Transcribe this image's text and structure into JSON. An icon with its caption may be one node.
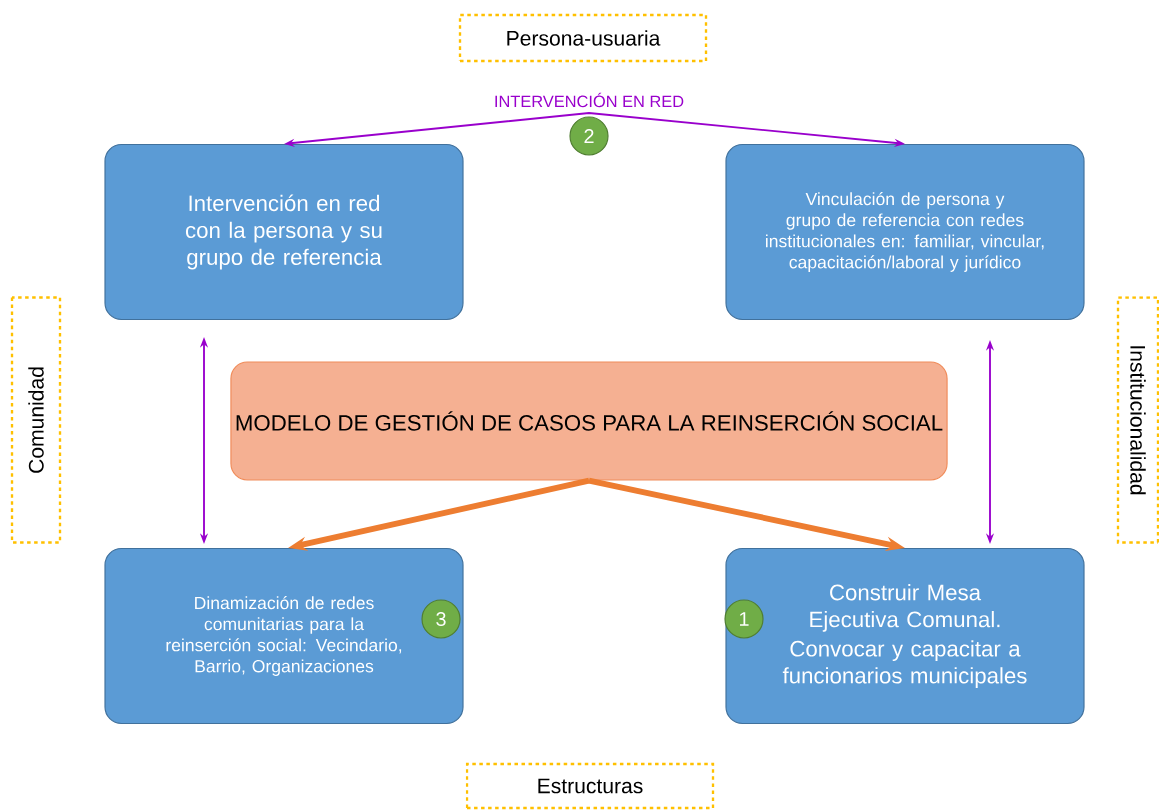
{
  "diagram": {
    "nodes": [
      {
        "text": [
          "Persona-usuaria"
        ]
      },
      {
        "text": [
          "2"
        ]
      },
      {
        "text": [
          "Intervención en red con la persona y su grupo de referencia"
        ]
      },
      {
        "text": [
          "Vinculación de persona y grupo de referencia con redes institucionales en: familiar, vincular, capacitación/laboral y jurídico"
        ]
      },
      {
        "text": [
          "Comunidad"
        ]
      },
      {
        "text": [
          "MODELO DE GESTIÓN DE CASOS PARA LA REINSERCIÓN SOCIAL"
        ]
      },
      {
        "text": [
          "Institucionalidad"
        ]
      },
      {
        "text": [
          "Dinamización de redes comunitarias para la reinserción social: Vecindario, Barrio, Organizaciones"
        ]
      },
      {
        "text": [
          "3"
        ],
        "in": 7
      },
      {
        "text": [
          "Construir Mesa Ejecutiva Comunal.",
          "Convocar y capacitar a funcionarios municipales"
        ]
      },
      {
        "text": [
          "1"
        ],
        "in": 9
      },
      {
        "text": [
          "Estructuras"
        ]
      }
    ],
    "edges": [
      {
        "from": 2,
        "to": 3,
        "arrow": "both",
        "label": "INTERVENCIÓN EN RED"
      },
      {
        "from": 2,
        "to": 7,
        "arrow": "both"
      },
      {
        "from": 3,
        "to": 9,
        "arrow": "both"
      },
      {
        "from": 5,
        "to": 7,
        "arrow": "to",
        "style": "thick",
        "color": "#ed7d31"
      },
      {
        "from": 5,
        "to": 9,
        "arrow": "to",
        "style": "thick",
        "color": "#ed7d31"
      }
    ]
  }
}
